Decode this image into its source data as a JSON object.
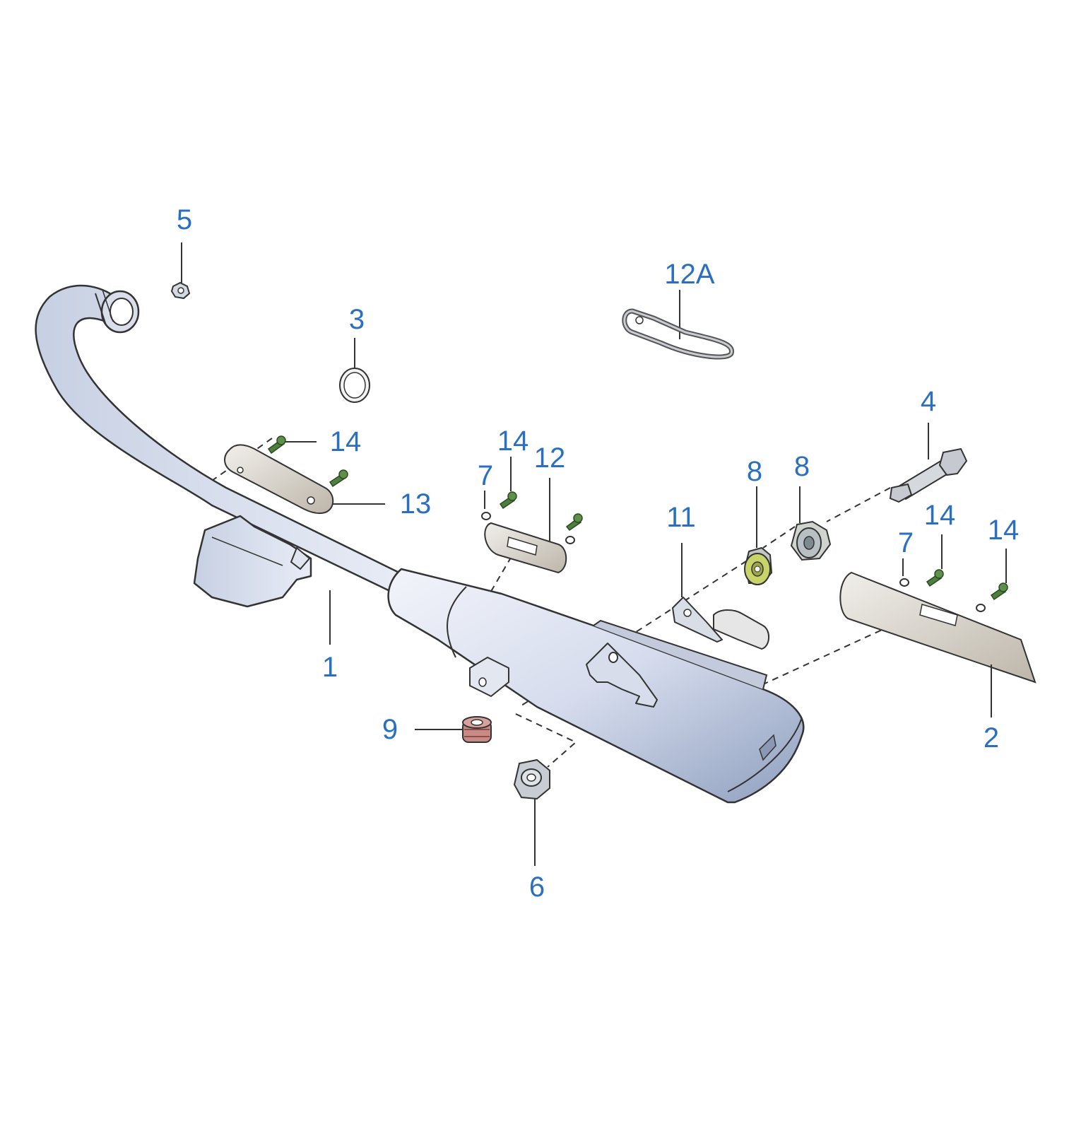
{
  "diagram": {
    "callouts": {
      "c1": "1",
      "c2": "2",
      "c3": "3",
      "c4": "4",
      "c5": "5",
      "c6": "6",
      "c7a": "7",
      "c7b": "7",
      "c8a": "8",
      "c8b": "8",
      "c9": "9",
      "c11": "11",
      "c12": "12",
      "c12a": "12A",
      "c13": "13",
      "c14a": "14",
      "c14b": "14",
      "c14c": "14",
      "c14d": "14"
    }
  },
  "colors": {
    "callout": "#2a6fc0",
    "outline": "#333333",
    "pipe": "#c8d1e2",
    "plate": "#cfcac2",
    "washer_green": "#c8d46a",
    "bushing_red": "#c98a86",
    "screw_green": "#4f7f3e"
  }
}
